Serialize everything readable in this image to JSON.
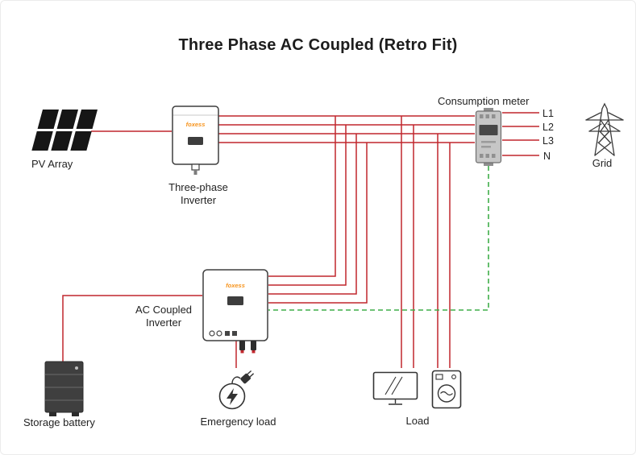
{
  "title": "Three Phase AC Coupled (Retro Fit)",
  "colors": {
    "wire": "#c1272d",
    "comm": "#3fae49",
    "brand": "#f7941d"
  },
  "components": {
    "pv_array": {
      "label": "PV Array"
    },
    "three_phase_inverter": {
      "label_line1": "Three-phase",
      "label_line2": "Inverter",
      "brand": "foxess"
    },
    "consumption_meter": {
      "label": "Consumption meter"
    },
    "grid": {
      "label": "Grid"
    },
    "ac_coupled_inverter": {
      "label_line1": "AC Coupled",
      "label_line2": "Inverter",
      "brand": "foxess"
    },
    "storage_battery": {
      "label": "Storage battery"
    },
    "emergency_load": {
      "label": "Emergency load"
    },
    "load": {
      "label": "Load"
    }
  },
  "phase_labels": [
    "L1",
    "L2",
    "L3",
    "N"
  ]
}
